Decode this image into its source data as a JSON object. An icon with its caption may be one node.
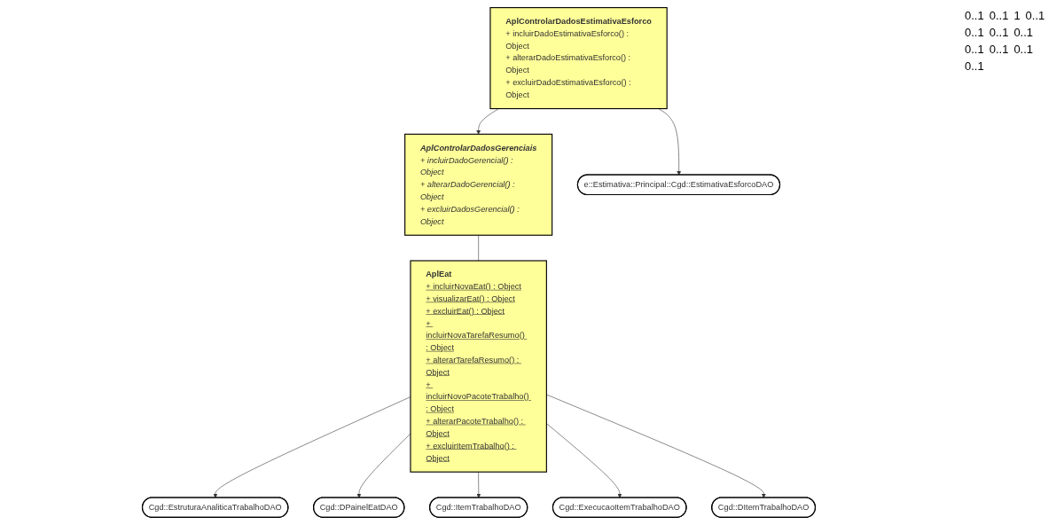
{
  "diagram": {
    "nodes": [
      {
        "text": [
          "AplControlarDadosGerenciais",
          "+ incluirDadoGerencial() : Object",
          "+ alterarDadoGerencial() : Object",
          "+ excluirDadosGerencial() : Object"
        ]
      },
      {
        "text": [
          "AplEat",
          "+ incluirNovaEat() : Object",
          "+ visualizarEat() : Object",
          "+ excluirEat() : Object",
          "+ incluirNovaTarefaResumo() : Object",
          "+ alterarTarefaResumo() : Object",
          "+ incluirNovoPacoteTrabalho() : Object",
          "+ alterarPacoteTrabalho() : Object",
          "+ excluirItemTrabalho() : Object"
        ]
      },
      {
        "text": [
          "Cgd::EstruturaAnaliticaTrabalhoDAO"
        ]
      },
      {
        "text": [
          "Cgd::DPainelEatDAO"
        ]
      },
      {
        "text": [
          "AplControlarDadosEstimativaEsforco",
          "+ incluirDadoEstimativaEsforco() : Object",
          "+ alterarDadoEstimativaEsforco() : Object",
          "+ excluirDadoEstimativaEsforco() : Object"
        ]
      },
      {
        "text": [
          "Cgd::ItemTrabalhoDAO"
        ]
      },
      {
        "text": [
          "Cgd::DItemTrabalhoDAO"
        ]
      },
      {
        "text": [
          "Cgd::ExecucaoItemTrabalhoDAO"
        ]
      },
      {
        "text": [
          "e::Estimativa::Principal::Cgd::EstimativaEsforcoDAO"
        ]
      }
    ],
    "edges": [
      {
        "from": 0,
        "to": 1,
        "arrow": "none"
      },
      {
        "from": 4,
        "to": 0,
        "arrow": "to"
      },
      {
        "from": 1,
        "to": 2,
        "arrow": "to"
      },
      {
        "from": 1,
        "to": 3,
        "arrow": "to"
      },
      {
        "from": 1,
        "to": 5,
        "arrow": "to"
      },
      {
        "from": 1,
        "to": 7,
        "arrow": "to"
      },
      {
        "from": 1,
        "to": 6,
        "arrow": "to"
      },
      {
        "from": 4,
        "to": 8,
        "arrow": "to"
      }
    ],
    "labels": [
      "0..1",
      "0..1",
      "1",
      "0..1",
      "0..1",
      "0..1",
      "0..1",
      "0..1",
      "0..1",
      "0..1",
      "0..1"
    ]
  }
}
